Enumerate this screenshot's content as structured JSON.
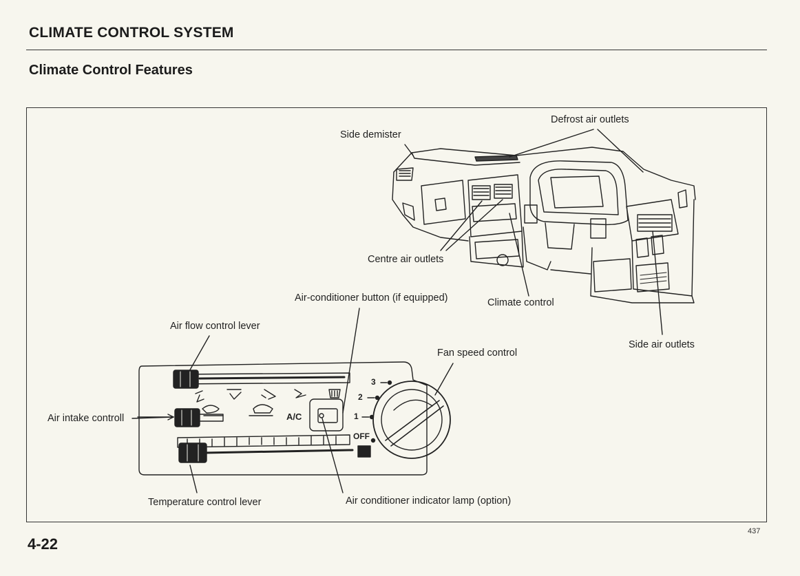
{
  "header": {
    "section_title": "CLIMATE CONTROL SYSTEM",
    "subsection_title": "Climate Control Features"
  },
  "labels": {
    "defrost_air_outlets": "Defrost air outlets",
    "side_demister": "Side demister",
    "centre_air_outlets": "Centre air outlets",
    "climate_control": "Climate control",
    "side_air_outlets": "Side air outlets",
    "ac_button": "Air-conditioner button (if equipped)",
    "air_flow_lever": "Air flow control lever",
    "fan_speed_control": "Fan speed control",
    "air_intake_control": "Air intake controll",
    "temperature_lever": "Temperature control lever",
    "ac_indicator_lamp": "Air conditioner indicator lamp (option)"
  },
  "panel_markings": {
    "ac": "A/C",
    "fan_3": "3",
    "fan_2": "2",
    "fan_1": "1",
    "fan_off": "OFF"
  },
  "footer": {
    "page_number": "4-22",
    "sheet_number": "437"
  }
}
